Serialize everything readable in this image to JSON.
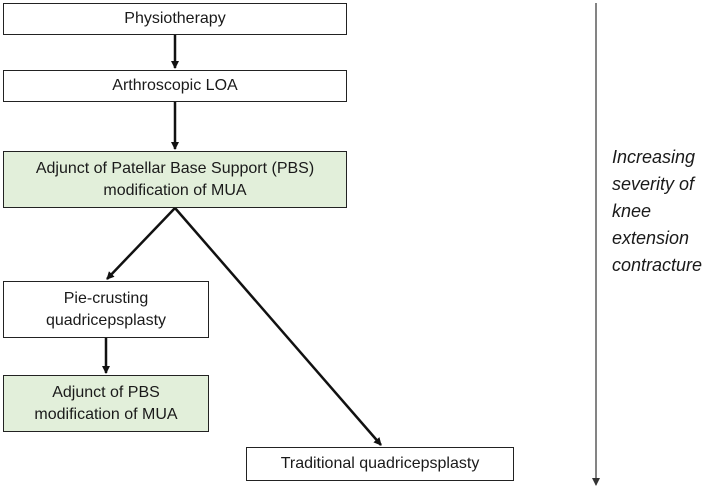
{
  "nodes": {
    "physiotherapy": {
      "lines": [
        "Physiotherapy"
      ]
    },
    "arthroscopic_loa": {
      "lines": [
        "Arthroscopic LOA"
      ]
    },
    "pbs_mua": {
      "lines": [
        "Adjunct of Patellar Base Support (PBS)",
        "modification of MUA"
      ]
    },
    "pie_crusting": {
      "lines": [
        "Pie-crusting",
        "quadricepsplasty"
      ]
    },
    "pbs_mua_2": {
      "lines": [
        "Adjunct of PBS",
        "modification of MUA"
      ]
    },
    "traditional": {
      "lines": [
        "Traditional quadricepsplasty"
      ]
    }
  },
  "severity_axis": {
    "lines": [
      "Increasing",
      "severity of",
      "knee",
      "extension",
      "contracture"
    ]
  },
  "colors": {
    "highlight_fill": "#e2efda",
    "border": "#222222",
    "arrow": "#111111"
  },
  "edges": [
    {
      "from": "physiotherapy",
      "to": "arthroscopic_loa"
    },
    {
      "from": "arthroscopic_loa",
      "to": "pbs_mua"
    },
    {
      "from": "pbs_mua",
      "to": "pie_crusting"
    },
    {
      "from": "pbs_mua",
      "to": "traditional"
    },
    {
      "from": "pie_crusting",
      "to": "pbs_mua_2"
    }
  ]
}
